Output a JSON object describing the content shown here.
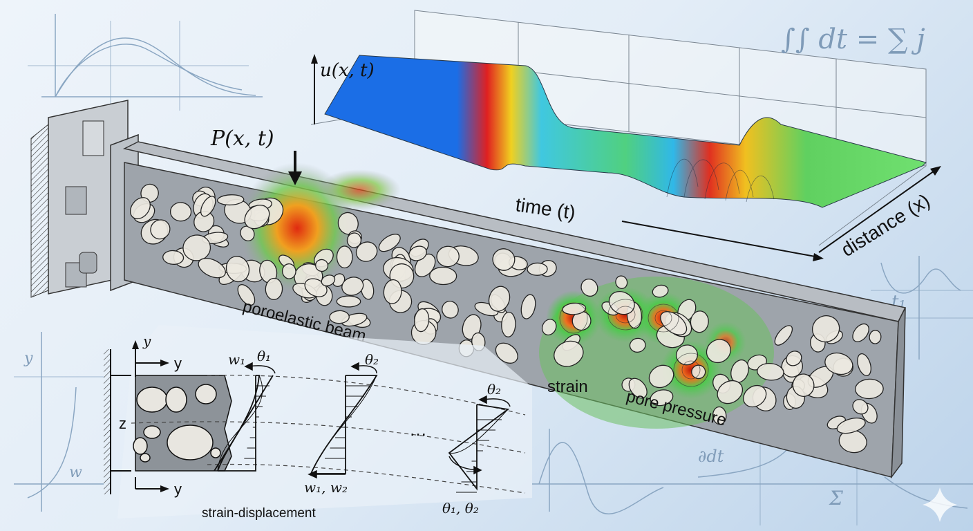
{
  "background": {
    "formula": "∫∫ dt = ∑ j",
    "label_t1": "t₁",
    "label_partial": "∂dt",
    "label_sigma": "Σ",
    "label_y": "y",
    "label_w": "w"
  },
  "wave_plot": {
    "y_label": "u(x, t)",
    "time_label": "time (t)",
    "distance_label": "distance (x)"
  },
  "beam": {
    "load_label": "P(x, t)",
    "beam_label": "poroelastic beam",
    "strain_label": "strain",
    "pore_pressure_label": "pore pressure"
  },
  "inset": {
    "axis_y_top": "y",
    "axis_y_mid": "y",
    "axis_y_bottom": "y",
    "axis_z": "z",
    "w1": "w₁",
    "theta1": "θ₁",
    "theta2_a": "θ₂",
    "theta2_b": "θ₂",
    "w1_w2": "w₁, w₂",
    "theta1_theta2": "θ₁, θ₂",
    "ellipsis": "…",
    "caption": "strain-displacement"
  },
  "colors": {
    "beam": "#9ea4ab",
    "pore": "#ece8df",
    "hot": "#e0201a",
    "cool": "#1e6fe0",
    "mid": "#55d060"
  }
}
